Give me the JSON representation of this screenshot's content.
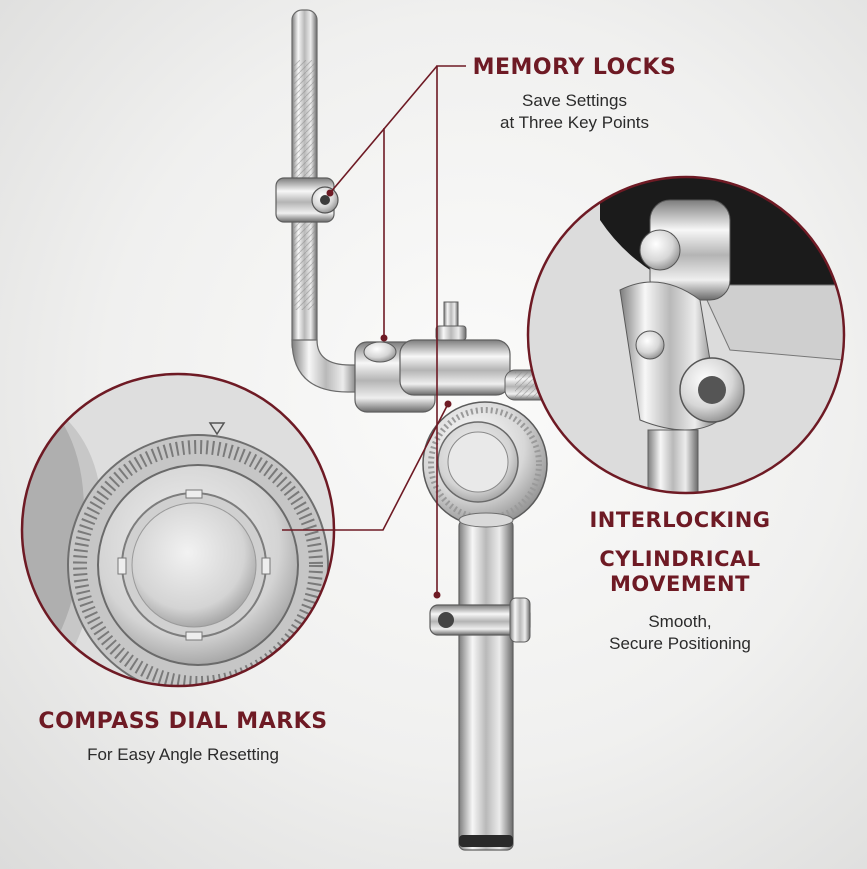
{
  "callouts": {
    "memory_locks": {
      "title": "MEMORY LOCKS",
      "line1": "Save Settings",
      "line2": "at Three Key Points"
    },
    "interlocking": {
      "title_line1": "INTERLOCKING",
      "title_line2": "CYLINDRICAL",
      "title_line3": "MOVEMENT",
      "line1": "Smooth,",
      "line2": "Secure Positioning"
    },
    "compass": {
      "title": "COMPASS DIAL MARKS",
      "line1": "For Easy Angle Resetting"
    }
  },
  "colors": {
    "accent": "#6e1a24",
    "chrome_light": "#f4f4f4",
    "chrome_dark": "#8a8a8a"
  },
  "icons": {
    "dial_indicator": "triangle-down"
  }
}
